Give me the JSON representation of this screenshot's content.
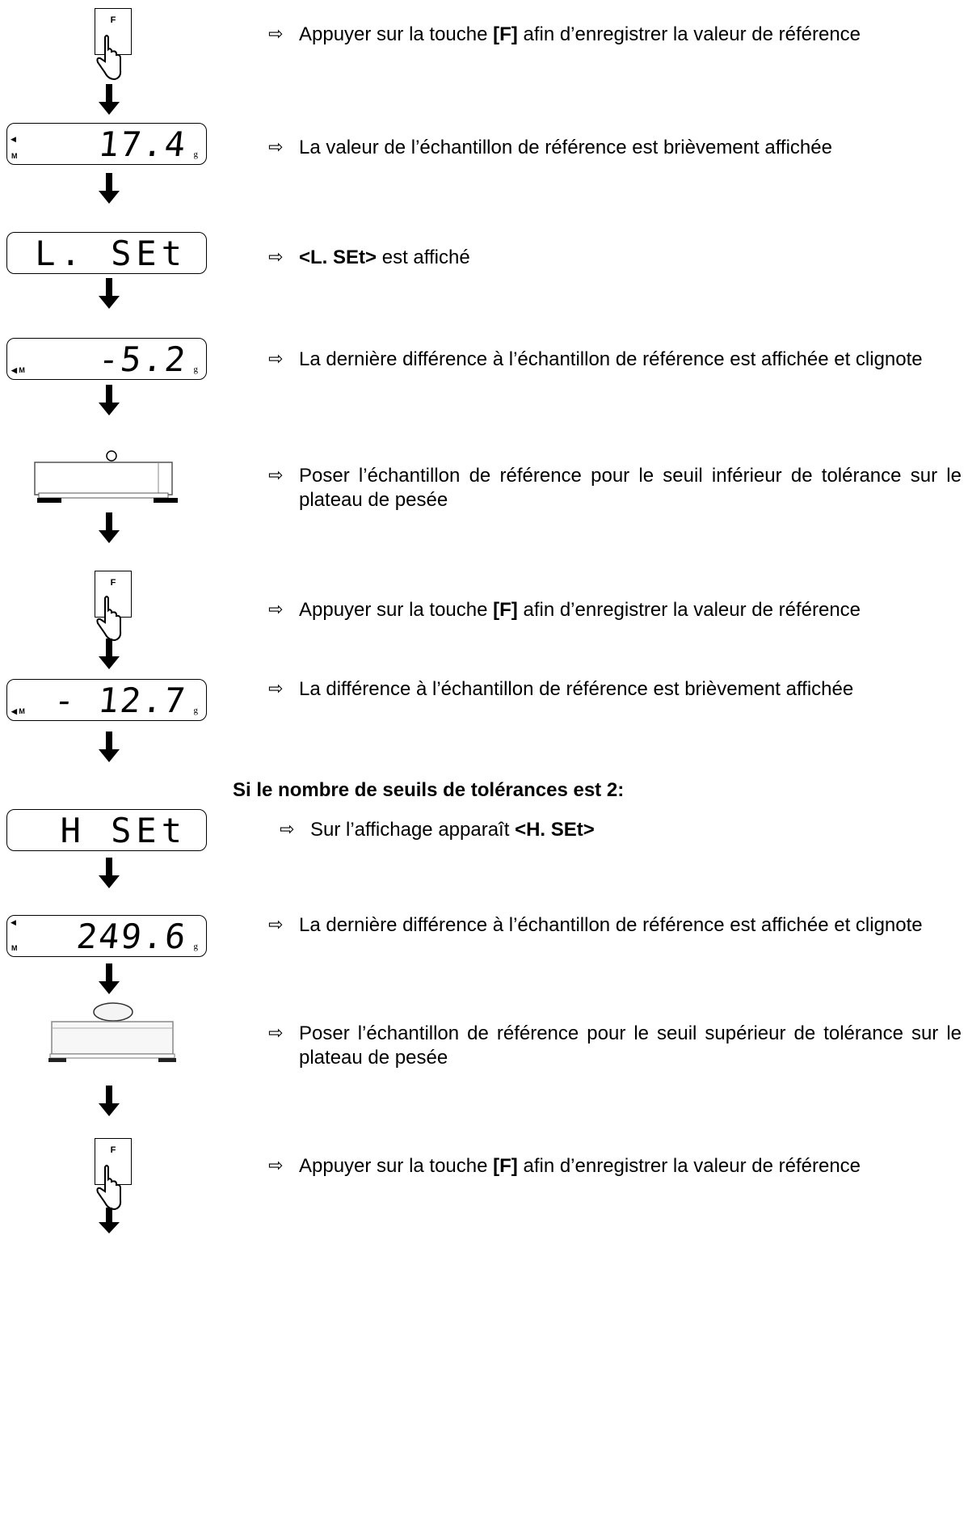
{
  "key_label": "F",
  "unit_label": "g",
  "memory_label": "M",
  "steps": [
    {
      "pre": "Appuyer sur la touche ",
      "bold": "[F]",
      "post": " afin d’enregistrer la valeur de référence"
    },
    {
      "pre": "La valeur de l’échantillon de référence est brièvement affichée",
      "bold": "",
      "post": ""
    },
    {
      "pre": "",
      "bold": "<L. SEt>",
      "post": " est affiché"
    },
    {
      "pre": "La dernière différence à l’échantillon de référence est affichée et clignote",
      "bold": "",
      "post": ""
    },
    {
      "pre": "Poser l’échantillon de référence pour le seuil inférieur de tolérance sur le plateau de pesée",
      "bold": "",
      "post": ""
    },
    {
      "pre": "Appuyer sur la touche ",
      "bold": "[F]",
      "post": " afin d’enregistrer la valeur de référence"
    },
    {
      "pre": "La différence à l’échantillon de référence est brièvement affichée",
      "bold": "",
      "post": ""
    },
    {
      "pre": "Sur l’affichage apparaît ",
      "bold": "<H. SEt>",
      "post": ""
    },
    {
      "pre": "La dernière différence à l’échantillon de référence est affichée et clignote",
      "bold": "",
      "post": ""
    },
    {
      "pre": "Poser l’échantillon de référence pour le seuil supérieur de tolérance sur le plateau de pesée",
      "bold": "",
      "post": ""
    },
    {
      "pre": "Appuyer sur la touche ",
      "bold": "[F]",
      "post": " afin d’enregistrer la valeur de référence"
    }
  ],
  "heading": "Si le nombre de seuils de tolérances est 2:",
  "displays": [
    "17.4",
    "L. SEt",
    "-5.2",
    "- 12.7",
    "H SEt",
    "249.6"
  ],
  "arrow_glyph": "⇨"
}
